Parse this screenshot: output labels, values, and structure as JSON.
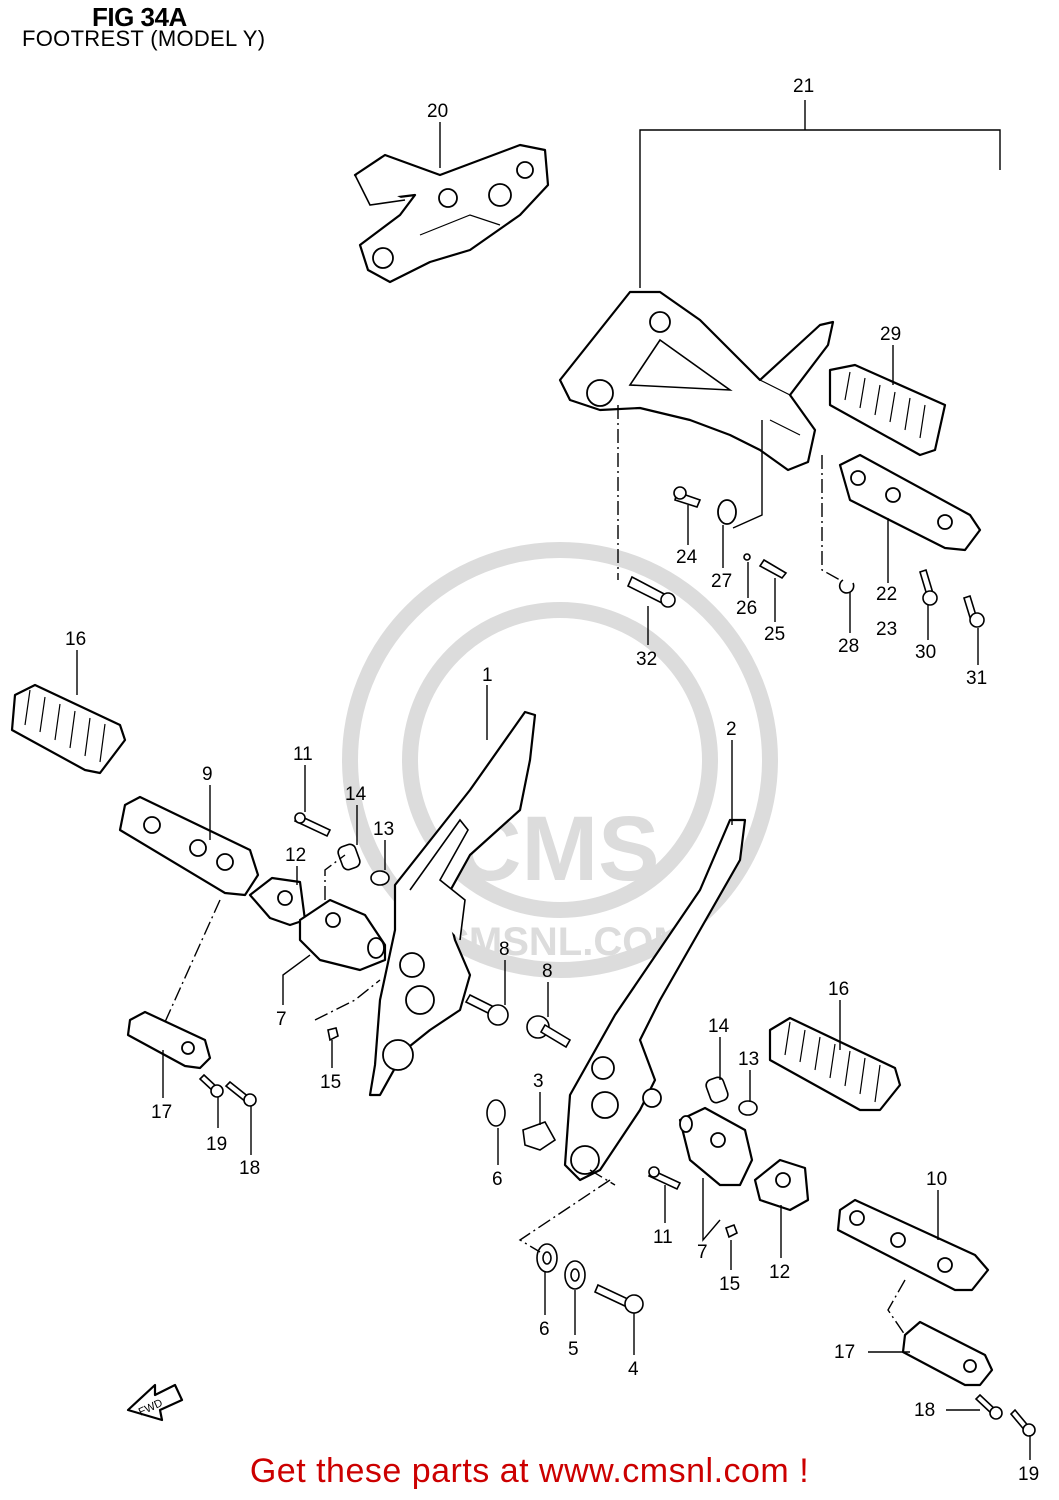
{
  "header": {
    "figure_title": "FIG 34A",
    "subtitle": "FOOTREST (MODEL Y)"
  },
  "watermark": {
    "logo_text": "CMS",
    "url_text": "CMSNL.COM"
  },
  "footer": {
    "text": "Get these parts at www.cmsnl.com !",
    "color": "#cc0000"
  },
  "callouts": [
    {
      "id": "c20",
      "label": "20"
    },
    {
      "id": "c21",
      "label": "21"
    },
    {
      "id": "c29",
      "label": "29"
    },
    {
      "id": "c24",
      "label": "24"
    },
    {
      "id": "c27",
      "label": "27"
    },
    {
      "id": "c26",
      "label": "26"
    },
    {
      "id": "c25",
      "label": "25"
    },
    {
      "id": "c22",
      "label": "22"
    },
    {
      "id": "c23",
      "label": "23"
    },
    {
      "id": "c32",
      "label": "32"
    },
    {
      "id": "c28",
      "label": "28"
    },
    {
      "id": "c30",
      "label": "30"
    },
    {
      "id": "c31",
      "label": "31"
    },
    {
      "id": "c16a",
      "label": "16"
    },
    {
      "id": "c1",
      "label": "1"
    },
    {
      "id": "c2",
      "label": "2"
    },
    {
      "id": "c11a",
      "label": "11"
    },
    {
      "id": "c14a",
      "label": "14"
    },
    {
      "id": "c9",
      "label": "9"
    },
    {
      "id": "c13a",
      "label": "13"
    },
    {
      "id": "c12a",
      "label": "12"
    },
    {
      "id": "c8a",
      "label": "8"
    },
    {
      "id": "c8b",
      "label": "8"
    },
    {
      "id": "c7a",
      "label": "7"
    },
    {
      "id": "c16b",
      "label": "16"
    },
    {
      "id": "c15a",
      "label": "15"
    },
    {
      "id": "c17a",
      "label": "17"
    },
    {
      "id": "c14b",
      "label": "14"
    },
    {
      "id": "c3",
      "label": "3"
    },
    {
      "id": "c13b",
      "label": "13"
    },
    {
      "id": "c19a",
      "label": "19"
    },
    {
      "id": "c18a",
      "label": "18"
    },
    {
      "id": "c6a",
      "label": "6"
    },
    {
      "id": "c10",
      "label": "10"
    },
    {
      "id": "c11b",
      "label": "11"
    },
    {
      "id": "c7b",
      "label": "7"
    },
    {
      "id": "c12b",
      "label": "12"
    },
    {
      "id": "c15b",
      "label": "15"
    },
    {
      "id": "c6b",
      "label": "6"
    },
    {
      "id": "c5",
      "label": "5"
    },
    {
      "id": "c4",
      "label": "4"
    },
    {
      "id": "c17b",
      "label": "17"
    },
    {
      "id": "c18b",
      "label": "18"
    },
    {
      "id": "c19b",
      "label": "19"
    }
  ],
  "direction_marker": {
    "label": "FWD"
  }
}
